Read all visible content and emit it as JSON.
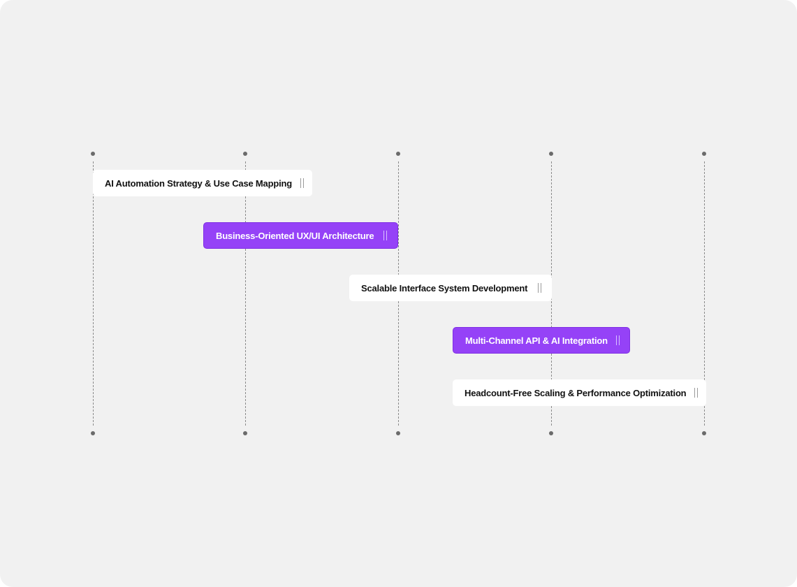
{
  "colors": {
    "background": "#f1f1f1",
    "accent": "#9542f7",
    "card": "#ffffff",
    "text": "#111111"
  },
  "tasks": [
    {
      "label": "AI Automation Strategy & Use Case Mapping",
      "style": "white"
    },
    {
      "label": "Business-Oriented UX/UI Architecture",
      "style": "purple"
    },
    {
      "label": "Scalable Interface System Development",
      "style": "white"
    },
    {
      "label": "Multi-Channel API & AI Integration",
      "style": "purple"
    },
    {
      "label": "Headcount-Free Scaling & Performance Optimization",
      "style": "white"
    }
  ],
  "icons": {
    "handle": "drag-handle-icon"
  }
}
